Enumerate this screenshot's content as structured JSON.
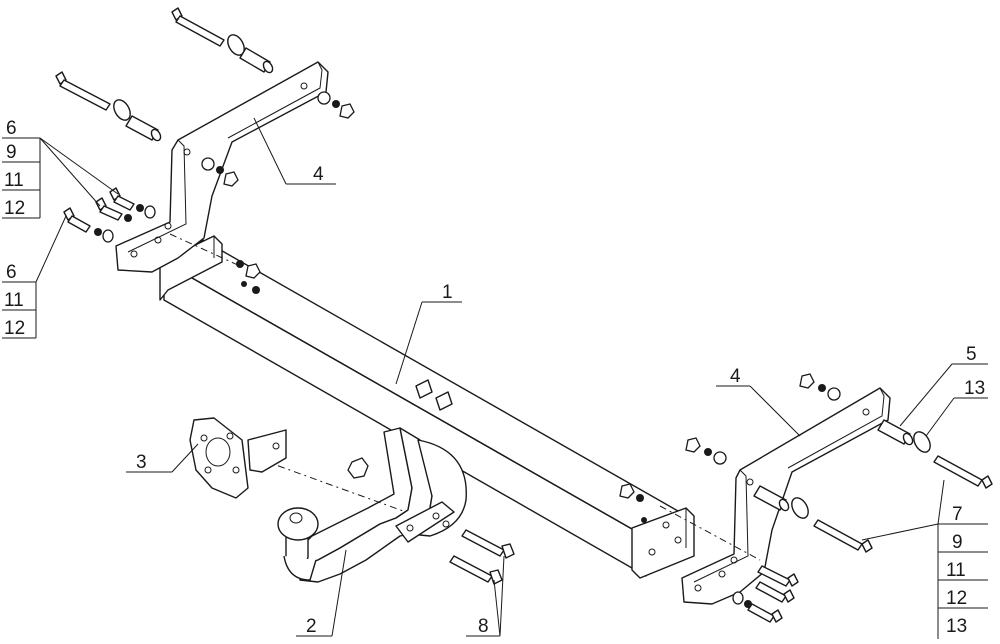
{
  "callouts": {
    "frame_tube": "1",
    "tow_ball_neck": "2",
    "socket_plate": "3",
    "bracket_left": "4",
    "bracket_right": "4",
    "spacer_sleeve": "5",
    "bolt_long": "7",
    "bolts_bottom": "8",
    "washer_large": "13"
  },
  "fastener_tables": {
    "upper_left": [
      "6",
      "9",
      "11",
      "12"
    ],
    "lower_left": [
      "6",
      "11",
      "12"
    ],
    "right": [
      "9",
      "11",
      "12",
      "13"
    ]
  }
}
